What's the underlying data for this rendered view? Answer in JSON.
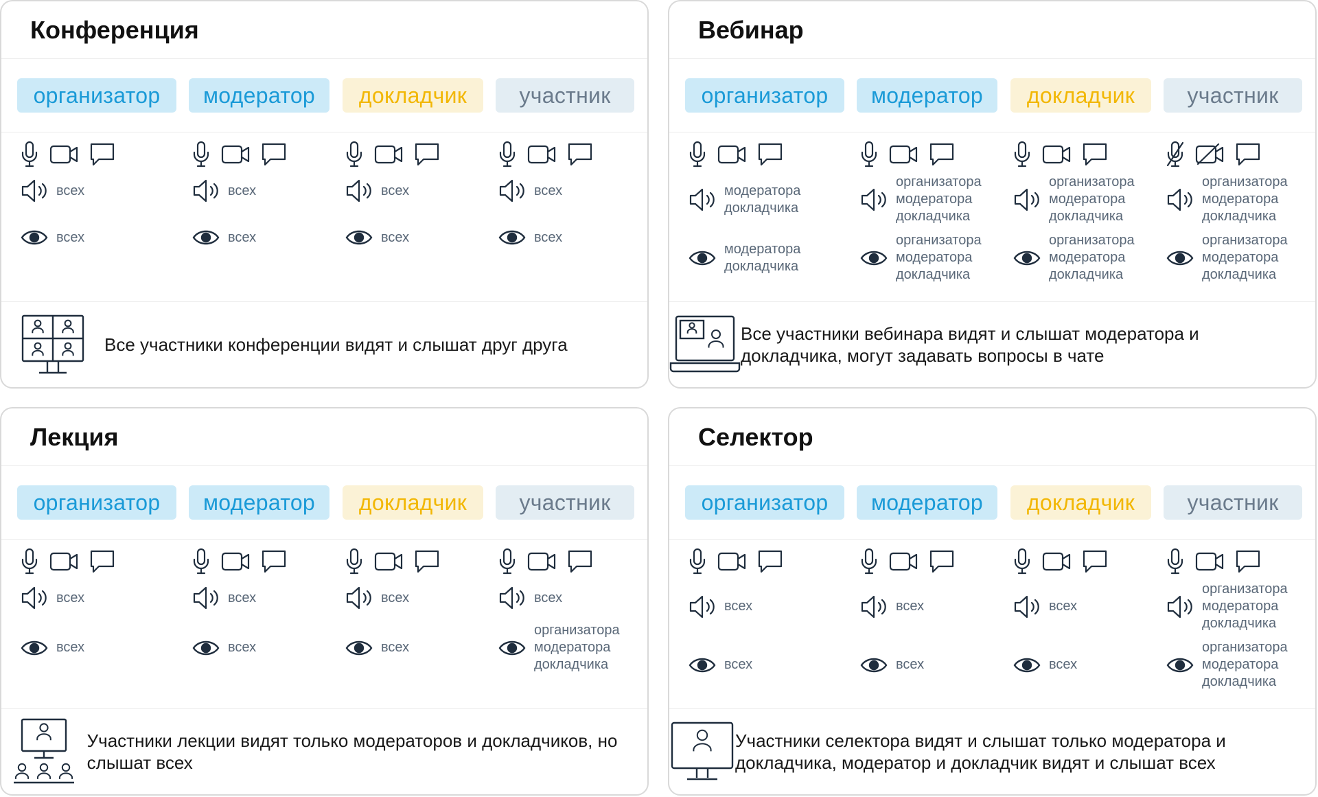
{
  "cards": [
    {
      "title": "Конференция",
      "roles": [
        "организатор",
        "модератор",
        "докладчик",
        "участник"
      ],
      "columns": [
        {
          "mic": "on",
          "cam": "on",
          "hear": [
            "всех"
          ],
          "see": [
            "всех"
          ]
        },
        {
          "mic": "on",
          "cam": "on",
          "hear": [
            "всех"
          ],
          "see": [
            "всех"
          ]
        },
        {
          "mic": "on",
          "cam": "on",
          "hear": [
            "всех"
          ],
          "see": [
            "всех"
          ]
        },
        {
          "mic": "on",
          "cam": "on",
          "hear": [
            "всех"
          ],
          "see": [
            "всех"
          ]
        }
      ],
      "footer_icon": "video-grid-monitor-icon",
      "footer_text": "Все участники конференции видят и слышат друг друга"
    },
    {
      "title": "Вебинар",
      "roles": [
        "организатор",
        "модератор",
        "докладчик",
        "участник"
      ],
      "columns": [
        {
          "mic": "on",
          "cam": "on",
          "hear": [
            "модератора",
            "докладчика"
          ],
          "see": [
            "модератора",
            "докладчика"
          ]
        },
        {
          "mic": "on",
          "cam": "on",
          "hear": [
            "организатора",
            "модератора",
            "докладчика"
          ],
          "see": [
            "организатора",
            "модератора",
            "докладчика"
          ]
        },
        {
          "mic": "on",
          "cam": "on",
          "hear": [
            "организатора",
            "модератора",
            "докладчика"
          ],
          "see": [
            "организатора",
            "модератора",
            "докладчика"
          ]
        },
        {
          "mic": "off",
          "cam": "off",
          "hear": [
            "организатора",
            "модератора",
            "докладчика"
          ],
          "see": [
            "организатора",
            "модератора",
            "докладчика"
          ]
        }
      ],
      "footer_icon": "laptop-presenter-icon",
      "footer_text": "Все участники вебинара видят и слышат модератора и докладчика, могут задавать вопросы в чате"
    },
    {
      "title": "Лекция",
      "roles": [
        "организатор",
        "модератор",
        "докладчик",
        "участник"
      ],
      "columns": [
        {
          "mic": "on",
          "cam": "on",
          "hear": [
            "всех"
          ],
          "see": [
            "всех"
          ]
        },
        {
          "mic": "on",
          "cam": "on",
          "hear": [
            "всех"
          ],
          "see": [
            "всех"
          ]
        },
        {
          "mic": "on",
          "cam": "on",
          "hear": [
            "всех"
          ],
          "see": [
            "всех"
          ]
        },
        {
          "mic": "on",
          "cam": "on",
          "hear": [
            "всех"
          ],
          "see": [
            "организатора",
            "модератора",
            "докладчика"
          ]
        }
      ],
      "footer_icon": "lecture-audience-icon",
      "footer_text": "Участники лекции видят только модераторов и докладчиков, но слышат всех"
    },
    {
      "title": "Селектор",
      "roles": [
        "организатор",
        "модератор",
        "докладчик",
        "участник"
      ],
      "columns": [
        {
          "mic": "on",
          "cam": "on",
          "hear": [
            "всех"
          ],
          "see": [
            "всех"
          ]
        },
        {
          "mic": "on",
          "cam": "on",
          "hear": [
            "всех"
          ],
          "see": [
            "всех"
          ]
        },
        {
          "mic": "on",
          "cam": "on",
          "hear": [
            "всех"
          ],
          "see": [
            "всех"
          ]
        },
        {
          "mic": "on",
          "cam": "on",
          "hear": [
            "организатора",
            "модератора",
            "докладчика"
          ],
          "see": [
            "организатора",
            "модератора",
            "докладчика"
          ]
        }
      ],
      "footer_icon": "monitor-presenter-icon",
      "footer_text": "Участники селектора видят и слышат только модератора и докладчика, модератор и докладчик видят и слышат всех"
    }
  ],
  "colors": {
    "organizer": "#1a9ad7",
    "moderator": "#1a9ad7",
    "speaker": "#f2b705",
    "participant": "#6b7b8c",
    "icon": "#1f2d3d"
  }
}
